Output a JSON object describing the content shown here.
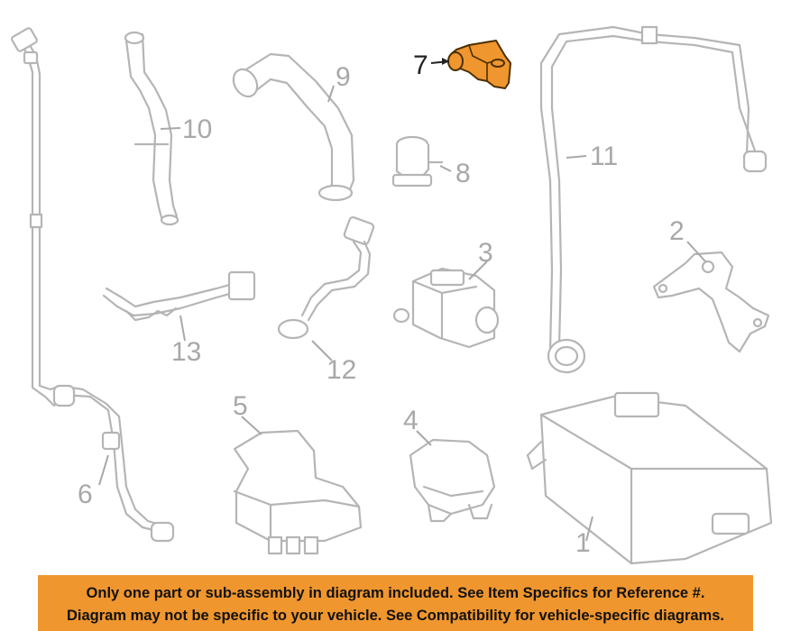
{
  "colors": {
    "highlight": "#F0962E",
    "banner_bg": "#F0962E",
    "part_stroke": "#b5b5b5",
    "label_gray": "#a8a8a8",
    "label_active": "#222222"
  },
  "callouts": [
    {
      "id": "1",
      "label": "1",
      "highlighted": false
    },
    {
      "id": "2",
      "label": "2",
      "highlighted": false
    },
    {
      "id": "3",
      "label": "3",
      "highlighted": false
    },
    {
      "id": "4",
      "label": "4",
      "highlighted": false
    },
    {
      "id": "5",
      "label": "5",
      "highlighted": false
    },
    {
      "id": "6",
      "label": "6",
      "highlighted": false
    },
    {
      "id": "7",
      "label": "7",
      "highlighted": true
    },
    {
      "id": "8",
      "label": "8",
      "highlighted": false
    },
    {
      "id": "9",
      "label": "9",
      "highlighted": false
    },
    {
      "id": "10",
      "label": "10",
      "highlighted": false
    },
    {
      "id": "11",
      "label": "11",
      "highlighted": false
    },
    {
      "id": "12",
      "label": "12",
      "highlighted": false
    },
    {
      "id": "13",
      "label": "13",
      "highlighted": false
    }
  ],
  "banner": {
    "line1": "Only one part or sub-assembly in diagram included. See Item Specifics for Reference #.",
    "line2": "Diagram may not be specific to your vehicle. See Compatibility for vehicle-specific diagrams."
  }
}
